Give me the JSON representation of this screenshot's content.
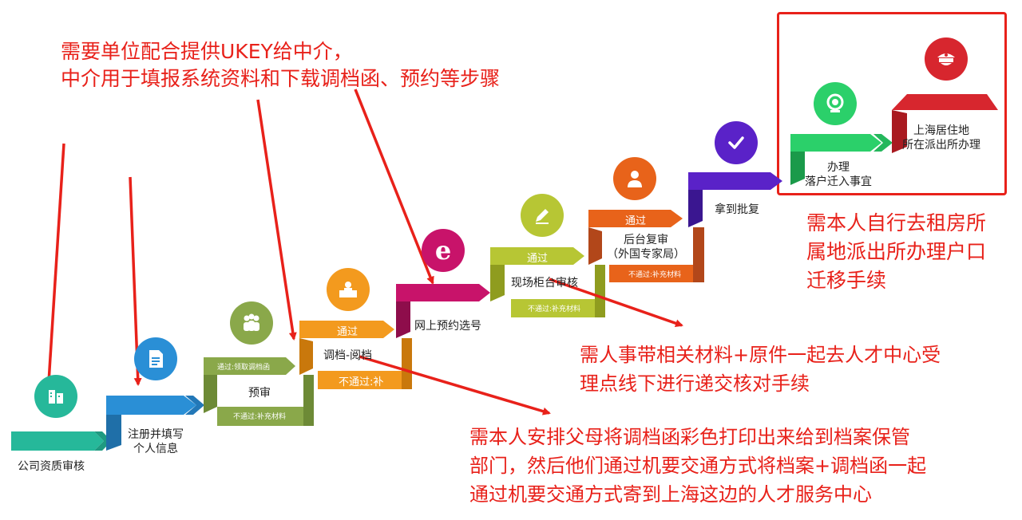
{
  "notes": {
    "ukey": [
      "需要单位配合提供UKEY给中介，",
      "中介用于填报系统资料和下载调档函、预约等步骤"
    ],
    "police": [
      "需本人自行去租房所",
      "属地派出所办理户口",
      "迁移手续"
    ],
    "hr": [
      "需人事带相关材料+原件一起去人才中心受",
      "理点线下进行递交核对手续"
    ],
    "archive": [
      "需本人安排父母将调档函彩色打印出来给到档案保管",
      "部门，然后他们通过机要交通方式将档案+调档函一起",
      "通过机要交通方式寄到上海这边的人才服务中心"
    ]
  },
  "steps": {
    "s1": "公司资质审核",
    "s2": [
      "注册并填写",
      "个人信息"
    ],
    "s3": "预审",
    "s4": "调档-阅档",
    "s5": "网上预约选号",
    "s6": "现场柜台审核",
    "s7": [
      "后台复审",
      "（外国专家局）"
    ],
    "s8": "拿到批复",
    "s9": [
      "办理",
      "落户迁入事宜"
    ],
    "s10": [
      "上海居住地",
      "所在派出所办理"
    ]
  },
  "pass": {
    "s3": "通过:领取调档函",
    "s4": "通过",
    "s6": "通过",
    "s7": "通过"
  },
  "fail": {
    "s3": "不通过:补充材料",
    "s4": "不通过:补",
    "s6": "不通过:补充材料",
    "s7": "不通过:补充材料"
  },
  "colors": {
    "note_red": "#e8211a",
    "teal": "#26b89a",
    "blue": "#2a8fd6",
    "olive": "#8aa84a",
    "orange": "#f39a1e",
    "magenta": "#c8136a",
    "yellowgreen": "#b7c634",
    "rust": "#e8631a",
    "purple": "#5a22c8",
    "green": "#2bd06a",
    "crimson": "#d7262e"
  },
  "icons": [
    "building-icon",
    "document-icon",
    "people-icon",
    "desk-icon",
    "browser-e-icon",
    "pencil-icon",
    "person-icon",
    "check-icon",
    "globe-icon",
    "police-cap-icon"
  ]
}
